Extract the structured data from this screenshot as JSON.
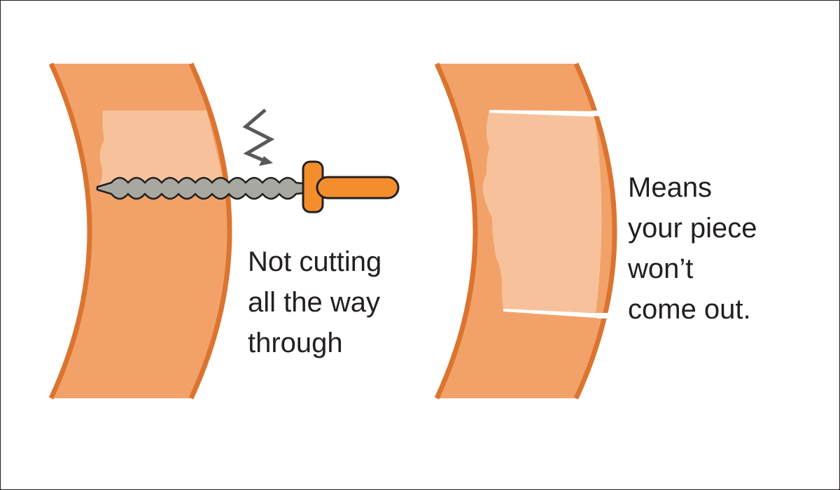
{
  "captions": {
    "left": {
      "lines": [
        "Not cutting",
        "all the way",
        "through"
      ]
    },
    "right": {
      "lines": [
        "Means",
        "your piece",
        "won’t",
        "come out."
      ]
    }
  },
  "colors": {
    "panel_fill": "#f2a268",
    "panel_edge": "#db7430",
    "cut_region": "#f7c29b",
    "saw_blade": "#a7a9a1",
    "saw_handle": "#f48d2b",
    "vibration_arrow": "#58595b",
    "text": "#231f20",
    "frame_border": "#231f20"
  },
  "icons": {
    "saw": "serrated-saw-icon",
    "vibration": "zigzag-arrow-icon"
  }
}
